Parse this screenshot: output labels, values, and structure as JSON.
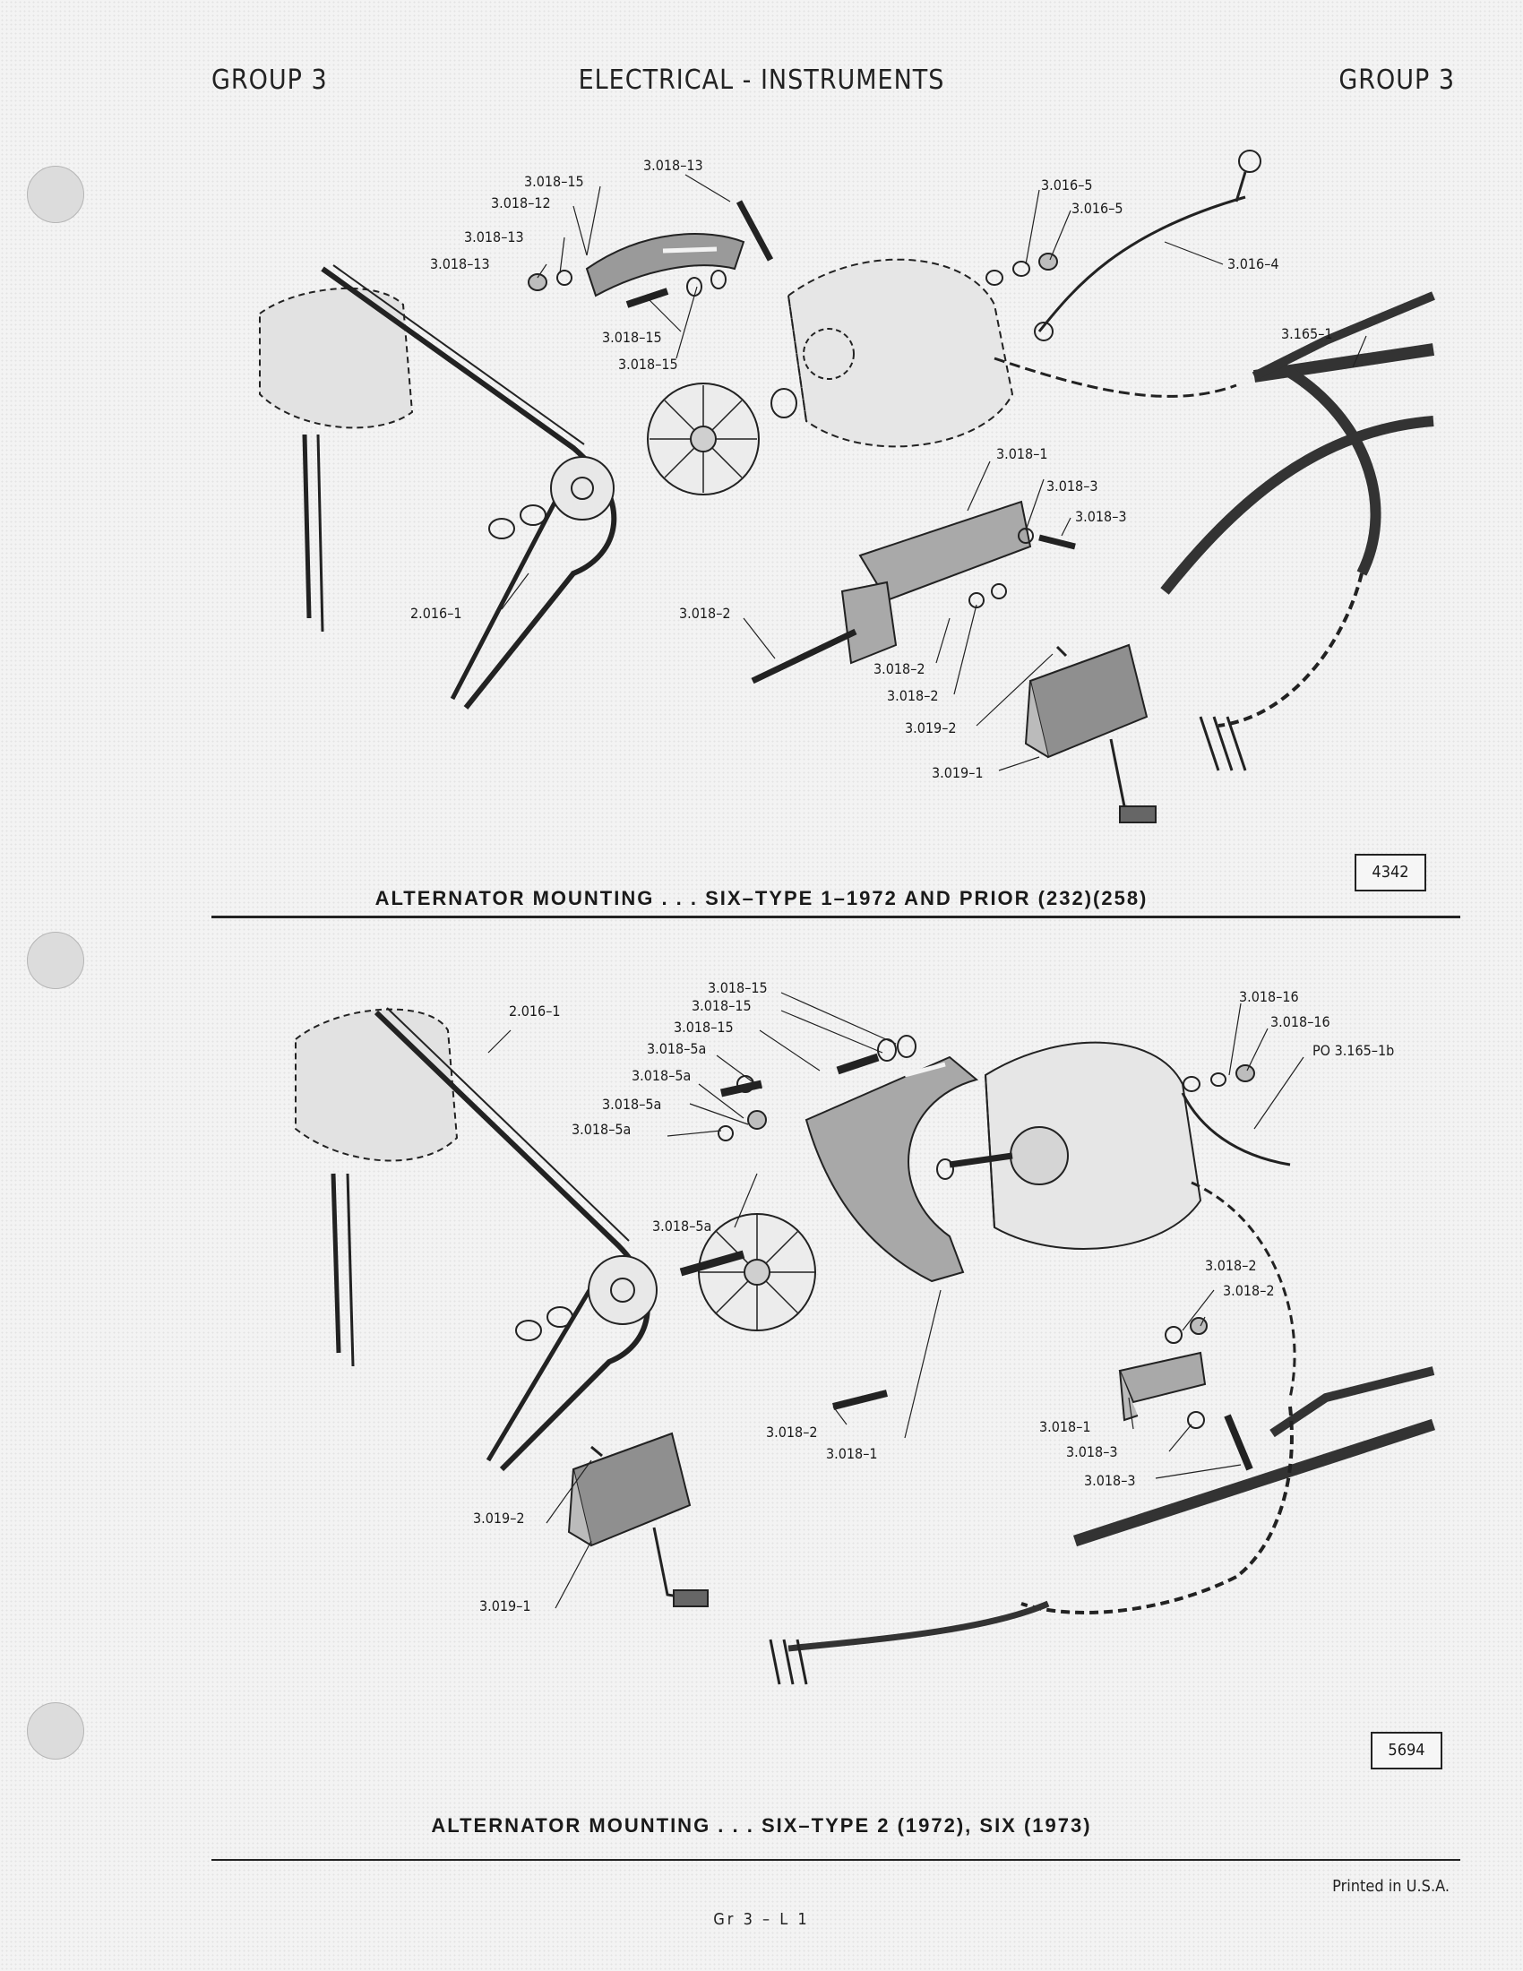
{
  "header": {
    "group_left": "GROUP 3",
    "title": "ELECTRICAL - INSTRUMENTS",
    "group_right": "GROUP 3"
  },
  "figure1": {
    "caption": "ALTERNATOR MOUNTING . . . SIX–TYPE 1–1972 AND PRIOR (232)(258)",
    "figure_number": "4342",
    "labels": {
      "l1": "3.018–13",
      "l2": "3.018–15",
      "l3": "3.018–12",
      "l4": "3.018–13",
      "l5": "3.018–13",
      "l6": "3.018–15",
      "l7": "3.018–15",
      "l8": "3.016–5",
      "l9": "3.016–5",
      "l10": "3.016–4",
      "l11": "3.165–1",
      "l12": "3.018–1",
      "l13": "3.018–3",
      "l14": "3.018–3",
      "l15": "2.016–1",
      "l16": "3.018–2",
      "l17": "3.018–2",
      "l18": "3.018–2",
      "l19": "3.019–2",
      "l20": "3.019–1"
    }
  },
  "figure2": {
    "caption": "ALTERNATOR MOUNTING . . . SIX–TYPE 2 (1972), SIX (1973)",
    "figure_number": "5694",
    "labels": {
      "m1": "3.018–15",
      "m2": "3.018–15",
      "m3": "3.018–15",
      "m4": "3.018–5a",
      "m5": "3.018–5a",
      "m6": "3.018–5a",
      "m7": "3.018–5a",
      "m8": "2.016–1",
      "m9": "3.018–16",
      "m10": "3.018–16",
      "m11": "PO 3.165–1b",
      "m12": "3.018–5a",
      "m13": "3.018–2",
      "m14": "3.018–2",
      "m15": "3.018–2",
      "m16": "3.018–1",
      "m17": "3.018–1",
      "m18": "3.018–3",
      "m19": "3.018–3",
      "m20": "3.019–2",
      "m21": "3.019–1"
    }
  },
  "footer": {
    "printed": "Printed in U.S.A.",
    "page_code": "Gr 3 – L 1"
  }
}
